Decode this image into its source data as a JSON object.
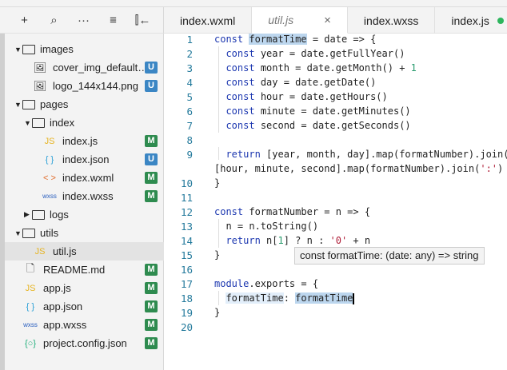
{
  "toolbar": {
    "icons": [
      "plus-icon",
      "search-icon",
      "more-icon",
      "outline-icon",
      "collapse-panel-icon"
    ],
    "glyphs": [
      "+",
      "⌕",
      "···",
      "≡",
      "⫿←"
    ]
  },
  "tabs": [
    {
      "label": "index.wxml"
    },
    {
      "label": "util.js",
      "active": true,
      "close": "×"
    },
    {
      "label": "index.wxss"
    },
    {
      "label": "index.js"
    }
  ],
  "tree": [
    {
      "name": "images",
      "type": "folder",
      "open": true,
      "depth": 0
    },
    {
      "name": "cover_img_default…",
      "type": "image",
      "depth": 1,
      "badge": "U"
    },
    {
      "name": "logo_144x144.png",
      "type": "image",
      "depth": 1,
      "badge": "U"
    },
    {
      "name": "pages",
      "type": "folder",
      "open": true,
      "depth": 0
    },
    {
      "name": "index",
      "type": "folder",
      "open": true,
      "depth": 1
    },
    {
      "name": "index.js",
      "type": "js",
      "depth": 2,
      "badge": "M"
    },
    {
      "name": "index.json",
      "type": "json",
      "depth": 2,
      "badge": "U"
    },
    {
      "name": "index.wxml",
      "type": "wxml",
      "depth": 2,
      "badge": "M"
    },
    {
      "name": "index.wxss",
      "type": "wxss",
      "depth": 2,
      "badge": "M"
    },
    {
      "name": "logs",
      "type": "folder",
      "open": false,
      "depth": 1
    },
    {
      "name": "utils",
      "type": "folder",
      "open": true,
      "depth": 0
    },
    {
      "name": "util.js",
      "type": "js",
      "depth": 1,
      "selected": true
    },
    {
      "name": "README.md",
      "type": "file",
      "depth": 0,
      "badge": "M"
    },
    {
      "name": "app.js",
      "type": "js",
      "depth": 0,
      "badge": "M"
    },
    {
      "name": "app.json",
      "type": "json",
      "depth": 0,
      "badge": "M"
    },
    {
      "name": "app.wxss",
      "type": "wxss",
      "depth": 0,
      "badge": "M"
    },
    {
      "name": "project.config.json",
      "type": "config",
      "depth": 0,
      "badge": "M"
    }
  ],
  "code": [
    {
      "n": "1",
      "t": [
        [
          "kw",
          "const "
        ],
        [
          "hl",
          "formatTime"
        ],
        [
          "",
          "= date => {"
        ]
      ]
    },
    {
      "n": "2",
      "t": [
        [
          "",
          "  "
        ],
        [
          "kw",
          "const "
        ],
        [
          "",
          "year = date.getFullYear()"
        ]
      ]
    },
    {
      "n": "3",
      "t": [
        [
          "",
          "  "
        ],
        [
          "kw",
          "const "
        ],
        [
          "",
          "month = date.getMonth() + "
        ],
        [
          "num",
          "1"
        ]
      ]
    },
    {
      "n": "4",
      "t": [
        [
          "",
          "  "
        ],
        [
          "kw",
          "const "
        ],
        [
          "",
          "day = date.getDate()"
        ]
      ]
    },
    {
      "n": "5",
      "t": [
        [
          "",
          "  "
        ],
        [
          "kw",
          "const "
        ],
        [
          "",
          "hour = date.getHours()"
        ]
      ]
    },
    {
      "n": "6",
      "t": [
        [
          "",
          "  "
        ],
        [
          "kw",
          "const "
        ],
        [
          "",
          "minute = date.getMinutes()"
        ]
      ]
    },
    {
      "n": "7",
      "t": [
        [
          "",
          "  "
        ],
        [
          "kw",
          "const "
        ],
        [
          "",
          "second = date.getSeconds()"
        ]
      ]
    },
    {
      "n": "8",
      "t": []
    },
    {
      "n": "9",
      "t": [
        [
          "",
          "  "
        ],
        [
          "kw",
          "return "
        ],
        [
          "",
          "[year, month, day].map(formatNumber).join("
        ]
      ]
    },
    {
      "n": "",
      "t": [
        [
          "",
          "[hour, minute, second].map(formatNumber).join("
        ],
        [
          "str",
          "':'"
        ],
        [
          "",
          ")"
        ]
      ]
    },
    {
      "n": "10",
      "t": [
        [
          "",
          "}"
        ]
      ]
    },
    {
      "n": "11",
      "t": []
    },
    {
      "n": "12",
      "t": [
        [
          "kw",
          "const "
        ],
        [
          "",
          "formatNumber = n => {"
        ]
      ]
    },
    {
      "n": "13",
      "t": [
        [
          "",
          "  n = n.toString()"
        ]
      ]
    },
    {
      "n": "14",
      "t": [
        [
          "",
          "  "
        ],
        [
          "kw",
          "return "
        ],
        [
          "",
          "n["
        ],
        [
          "num",
          "1"
        ],
        [
          "",
          "] ? n : "
        ],
        [
          "str",
          "'0'"
        ],
        [
          "",
          " + n"
        ]
      ]
    },
    {
      "n": "15",
      "t": [
        [
          "",
          "}"
        ]
      ]
    },
    {
      "n": "16",
      "t": []
    },
    {
      "n": "17",
      "t": [
        [
          "kw",
          "module"
        ],
        [
          "",
          ".exports = {"
        ]
      ]
    },
    {
      "n": "18",
      "t": [
        [
          "",
          "  "
        ],
        [
          "hl2",
          "formatTime"
        ],
        [
          "",
          ": "
        ],
        [
          "hl",
          "formatTime"
        ],
        [
          "caret",
          ""
        ]
      ]
    },
    {
      "n": "19",
      "t": [
        [
          "",
          "}"
        ]
      ]
    },
    {
      "n": "20",
      "t": []
    }
  ],
  "tooltip": "const formatTime: (date: any) => string",
  "colors": {
    "U": "#3b86c4",
    "M": "#2e8b4f"
  }
}
